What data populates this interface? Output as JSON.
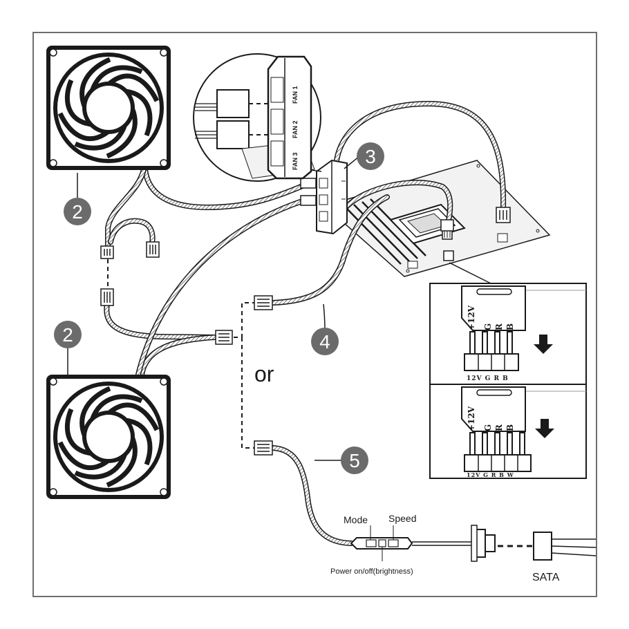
{
  "callouts": {
    "fan_top": "2",
    "fan_bottom": "2",
    "hub": "3",
    "cable_argb": "4",
    "cable_controller": "5"
  },
  "or_label": "or",
  "hub_labels": {
    "fan1": "FAN 1",
    "fan2": "FAN 2",
    "fan3": "FAN 3"
  },
  "pinouts": {
    "header_4pin": {
      "pins": [
        "+12V",
        "G",
        "R",
        "B"
      ],
      "bottom_label": "12V G R B"
    },
    "header_5pin": {
      "pins": [
        "+12V",
        "G",
        "R",
        "B"
      ],
      "bottom_label": "12V G R B W"
    }
  },
  "controller": {
    "mode_label": "Mode",
    "speed_label": "Speed",
    "power_label": "Power on/off(brightness)"
  },
  "sata_label": "SATA",
  "colors": {
    "line": "#1a1a1a",
    "frame": "#6e6e6e",
    "callout_fill": "#6b6b6b",
    "callout_text": "#ffffff",
    "board_fill": "#f2f2f2"
  }
}
